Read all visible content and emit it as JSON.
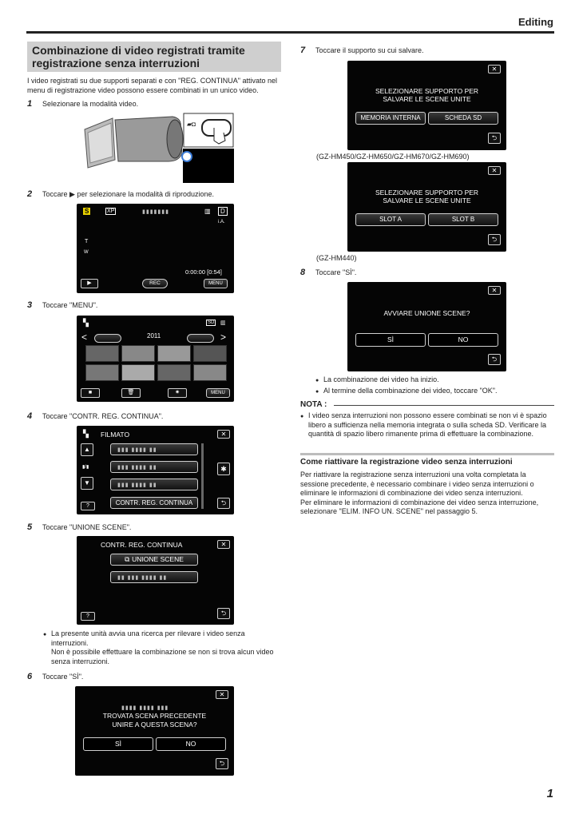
{
  "header": {
    "section": "Editing"
  },
  "title": "Combinazione di video registrati tramite registrazione senza interruzioni",
  "intro": "I video registrati su due supporti separati e con \"REG. CONTINUA\" attivato nel menu di registrazione video possono essere combinati in un unico video.",
  "steps": [
    {
      "num": "1",
      "text": "Selezionare la modalità video."
    },
    {
      "num": "2",
      "text": "Toccare ▶ per selezionare la modalità di riproduzione."
    },
    {
      "num": "3",
      "text": "Toccare \"MENU\"."
    },
    {
      "num": "4",
      "text": "Toccare \"CONTR. REG. CONTINUA\"."
    },
    {
      "num": "5",
      "text": "Toccare \"UNIONE SCENE\"."
    },
    {
      "num": "6",
      "text": "Toccare \"SÌ\"."
    },
    {
      "num": "7",
      "text": "Toccare il supporto su cui salvare."
    },
    {
      "num": "8",
      "text": "Toccare \"SÌ\"."
    }
  ],
  "camera": {
    "mode_icons": "▰◘"
  },
  "playback": {
    "mode_icon": "S",
    "quality": "XP",
    "battery": "▥",
    "d_icon": "D",
    "ia": "i.A.",
    "zoom_t": "T",
    "zoom_w": "W",
    "timecode": "0:00:00 [0:54]",
    "play_label": "▶",
    "rec_label": "REC",
    "menu_label": "MENU"
  },
  "index_screen": {
    "year": "2011",
    "sd_label": "SD",
    "menu_label": "MENU"
  },
  "menu_screen": {
    "title": "FILMATO",
    "item_last": "CONTR. REG. CONTINUA",
    "help": "?"
  },
  "continua_screen": {
    "title": "CONTR. REG. CONTINUA",
    "item1": "UNIONE SCENE",
    "help": "?"
  },
  "step5_bullets": [
    "La presente unità avvia una ricerca per rilevare i video senza interruzioni.",
    "Non è possibile effettuare la combinazione se non si trova alcun video senza interruzioni."
  ],
  "found_screen": {
    "line1": "TROVATA SCENA PRECEDENTE",
    "line2": "UNIRE A QUESTA SCENA?",
    "yes": "SÌ",
    "no": "NO"
  },
  "media_screen_1": {
    "line1": "SELEZIONARE SUPPORTO PER",
    "line2": "SALVARE LE SCENE UNITE",
    "opt1": "MEMORIA INTERNA",
    "opt2": "SCHEDA SD",
    "caption": "(GZ-HM450/GZ-HM650/GZ-HM670/GZ-HM690)"
  },
  "media_screen_2": {
    "line1": "SELEZIONARE SUPPORTO PER",
    "line2": "SALVARE LE SCENE UNITE",
    "opt1": "SLOT A",
    "opt2": "SLOT B",
    "caption": "(GZ-HM440)"
  },
  "confirm_screen": {
    "line1": "AVVIARE UNIONE SCENE?",
    "yes": "SÌ",
    "no": "NO"
  },
  "step8_bullets": [
    "La combinazione dei video ha inizio.",
    "Al termine della combinazione dei video, toccare \"OK\"."
  ],
  "nota": {
    "title": "NOTA :",
    "text": "I video senza interruzioni non possono essere combinati se non vi è spazio libero a sufficienza nella memoria integrata o sulla scheda SD. Verificare la quantità di spazio libero rimanente prima di effettuare la combinazione."
  },
  "subsection": {
    "title": "Come riattivare la registrazione video senza interruzioni",
    "para1": "Per riattivare la registrazione senza interruzioni una volta completata la sessione precedente, è necessario combinare i video senza interruzioni o eliminare le informazioni di combinazione dei video senza interruzioni.",
    "para2": "Per eliminare le informazioni di combinazione dei video senza interruzione, selezionare \"ELIM. INFO UN. SCENE\" nel passaggio 5."
  },
  "icons": {
    "close": "✕",
    "back": "⮌",
    "gear": "✱",
    "up": "▲",
    "down": "▼",
    "left": "<",
    "right": ">",
    "bullet": "●"
  },
  "page_number": "1"
}
